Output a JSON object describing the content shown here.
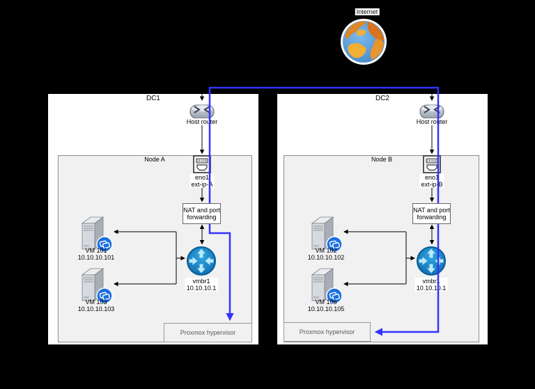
{
  "internet": {
    "label": "Internet"
  },
  "colors": {
    "link_blue": "#3333ff",
    "node_fill": "#f1f1f1",
    "router_blue": "#0e6fb5"
  },
  "dc1": {
    "title": "DC1",
    "router_label": "Host router",
    "node": {
      "title": "Node A",
      "nic_name": "eno1",
      "nic_ip": "ext-ip-A",
      "nat_line1": "NAT and port",
      "nat_line2": "forwarding",
      "bridge_name": "vmbr1",
      "bridge_ip": "10.10.10.1",
      "vms": [
        {
          "name": "VM 101",
          "ip": "10.10.10.101"
        },
        {
          "name": "VM 103",
          "ip": "10.10.10.103"
        }
      ],
      "hypervisor": "Proxmox hypervisor"
    }
  },
  "dc2": {
    "title": "DC2",
    "router_label": "Host router",
    "node": {
      "title": "Node B",
      "nic_name": "eno1",
      "nic_ip": "ext-ip-B",
      "nat_line1": "NAT and port",
      "nat_line2": "forwarding",
      "bridge_name": "vmbr1",
      "bridge_ip": "10.10.10.1",
      "vms": [
        {
          "name": "VM 102",
          "ip": "10.10.10.102"
        },
        {
          "name": "VM 105",
          "ip": "10.10.10.105"
        }
      ],
      "hypervisor": "Proxmox hypervisor"
    }
  }
}
